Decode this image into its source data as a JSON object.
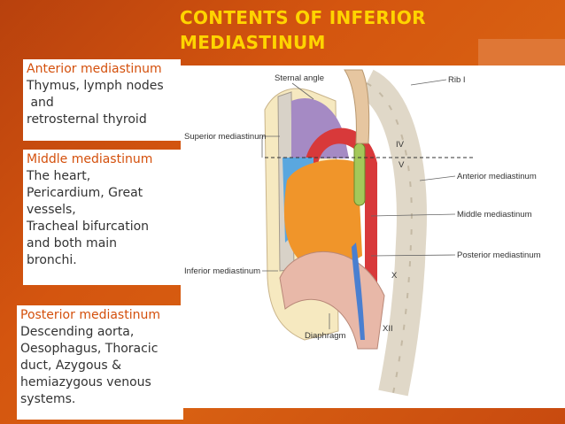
{
  "slide": {
    "title_line1": "CONTENTS OF INFERIOR",
    "title_line2": "MEDIASTINUM"
  },
  "anterior": {
    "heading": "Anterior mediastinum",
    "body": "Thymus, lymph nodes\n and\nretrosternal thyroid"
  },
  "middle": {
    "heading": "Middle mediastinum",
    "body": "The heart,\nPericardium, Great\nvessels,\nTracheal bifurcation\nand both main\nbronchi."
  },
  "posterior": {
    "heading": "Posterior mediastinum",
    "body": "Descending aorta,\nOesophagus, Thoracic\nduct, Azygous &\nhemiazygous venous\nsystems."
  },
  "figure": {
    "labels": {
      "sternal_angle": "Sternal angle",
      "rib_i": "Rib I",
      "superior_mediastinum": "Superior mediastinum",
      "anterior_mediastinum": "Anterior mediastinum",
      "middle_mediastinum": "Middle mediastinum",
      "posterior_mediastinum": "Posterior mediastinum",
      "inferior_mediastinum": "Inferior mediastinum",
      "diaphragm": "Diaphragm",
      "vertebra_iv": "IV",
      "vertebra_v": "V",
      "vertebra_x": "X",
      "vertebra_xii": "XII"
    }
  },
  "colors": {
    "title": "#ffd400",
    "heading": "#d4500c",
    "background": "#d4550f"
  }
}
